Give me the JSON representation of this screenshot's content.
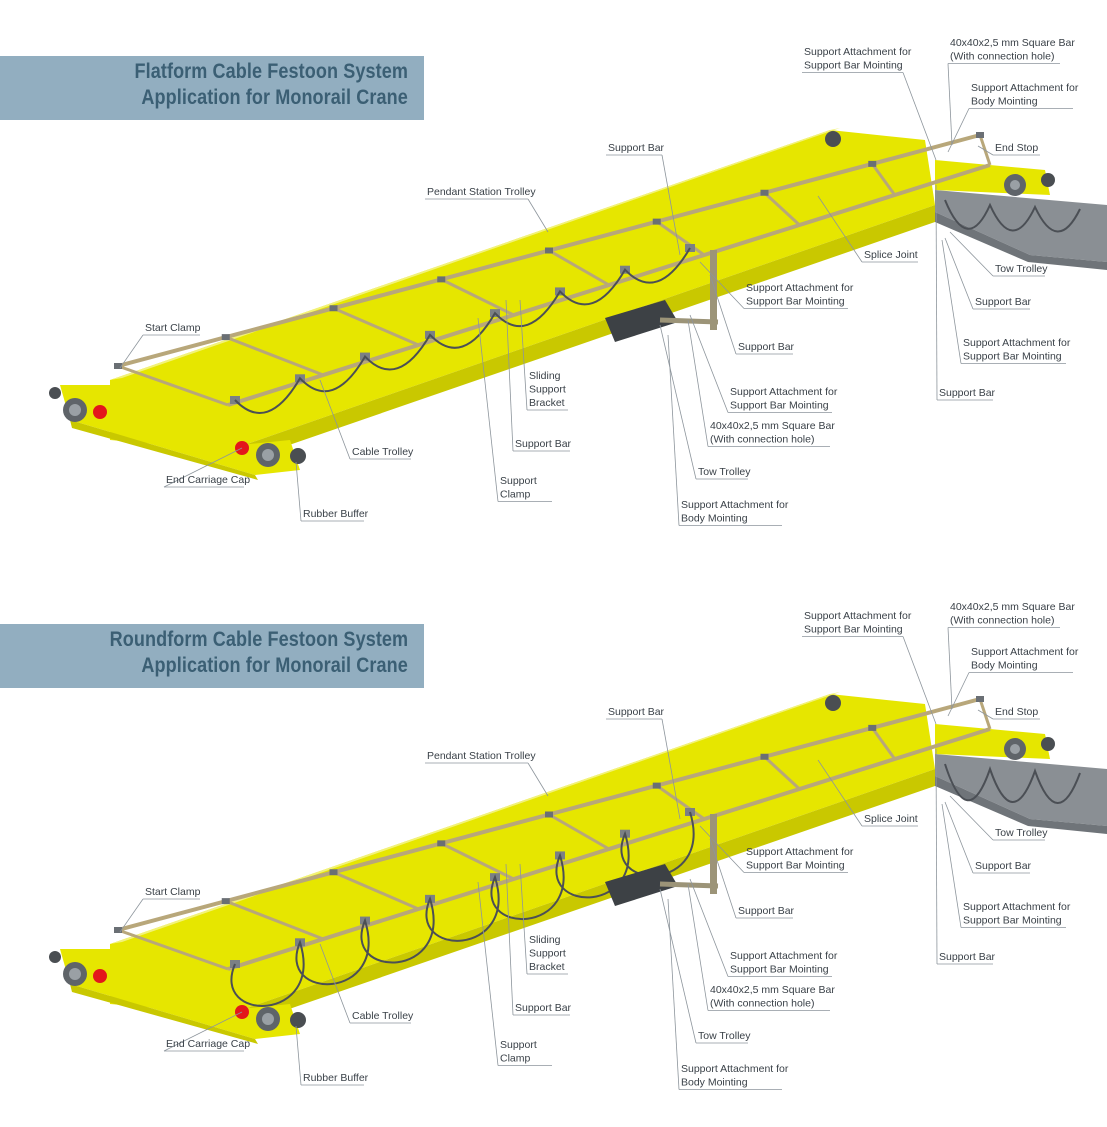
{
  "panels": [
    {
      "title_line1": "Flatform Cable Festoon System",
      "title_line2": "Application for Monorail Crane",
      "labels": {
        "start_clamp": "Start Clamp",
        "pendant_station_trolley": "Pendant Station Trolley",
        "support_bar_top": "Support Bar",
        "support_attachment_top": "Support Attachment for\nSupport Bar Mointing",
        "square_bar_top": "40x40x2,5 mm  Square Bar\n(With connection hole)",
        "support_attachment_body_top": "Support Attachment for\nBody Mointing",
        "end_stop": "End Stop",
        "splice_joint": "Splice Joint",
        "tow_trolley_right": "Tow Trolley",
        "support_bar_right": "Support Bar",
        "support_attachment_mid": "Support Attachment for\nSupport Bar Mointing",
        "support_bar_mid": "Support Bar",
        "support_attachment_right": "Support Attachment for\nSupport Bar Mointing",
        "support_bar_far_right": "Support Bar",
        "sliding_support_bracket": "Sliding\nSupport\nBracket",
        "support_attachment_low": "Support Attachment for\nSupport Bar Mointing",
        "square_bar_low": "40x40x2,5 mm  Square Bar\n(With connection hole)",
        "cable_trolley": "Cable Trolley",
        "support_bar_low": "Support Bar",
        "tow_trolley_low": "Tow Trolley",
        "end_carriage_cap": "End Carriage Cap",
        "support_clamp": "Support\nClamp",
        "rubber_buffer": "Rubber Buffer",
        "support_attachment_body_low": "Support Attachment for\nBody Mointing"
      }
    },
    {
      "title_line1": "Roundform Cable Festoon System",
      "title_line2": "Application for Monorail Crane",
      "labels": {
        "start_clamp": "Start Clamp",
        "pendant_station_trolley": "Pendant Station Trolley",
        "support_bar_top": "Support Bar",
        "support_attachment_top": "Support Attachment for\nSupport Bar Mointing",
        "square_bar_top": "40x40x2,5 mm  Square Bar\n(With connection hole)",
        "support_attachment_body_top": "Support Attachment for\nBody Mointing",
        "end_stop": "End Stop",
        "splice_joint": "Splice Joint",
        "tow_trolley_right": "Tow Trolley",
        "support_bar_right": "Support Bar",
        "support_attachment_mid": "Support Attachment for\nSupport Bar Mointing",
        "support_bar_mid": "Support Bar",
        "support_attachment_right": "Support Attachment for\nSupport Bar Mointing",
        "support_bar_far_right": "Support Bar",
        "sliding_support_bracket": "Sliding\nSupport\nBracket",
        "support_attachment_low": "Support Attachment for\nSupport Bar Mointing",
        "square_bar_low": "40x40x2,5 mm  Square Bar\n(With connection hole)",
        "cable_trolley": "Cable Trolley",
        "support_bar_low": "Support Bar",
        "tow_trolley_low": "Tow Trolley",
        "end_carriage_cap": "End Carriage Cap",
        "support_clamp": "Support\nClamp",
        "rubber_buffer": "Rubber Buffer",
        "support_attachment_body_low": "Support Attachment for\nBody Mointing"
      }
    }
  ],
  "colors": {
    "banner": "#92aec0",
    "banner_text": "#3b5f74",
    "beam_yellow": "#e6e600",
    "beam_shade": "#c9c800",
    "rail_steel": "#8a8f94",
    "bar_tan": "#b8a77a",
    "cable": "#4b4f55",
    "buffer_red": "#e3171b",
    "leader": "#8d959c"
  }
}
